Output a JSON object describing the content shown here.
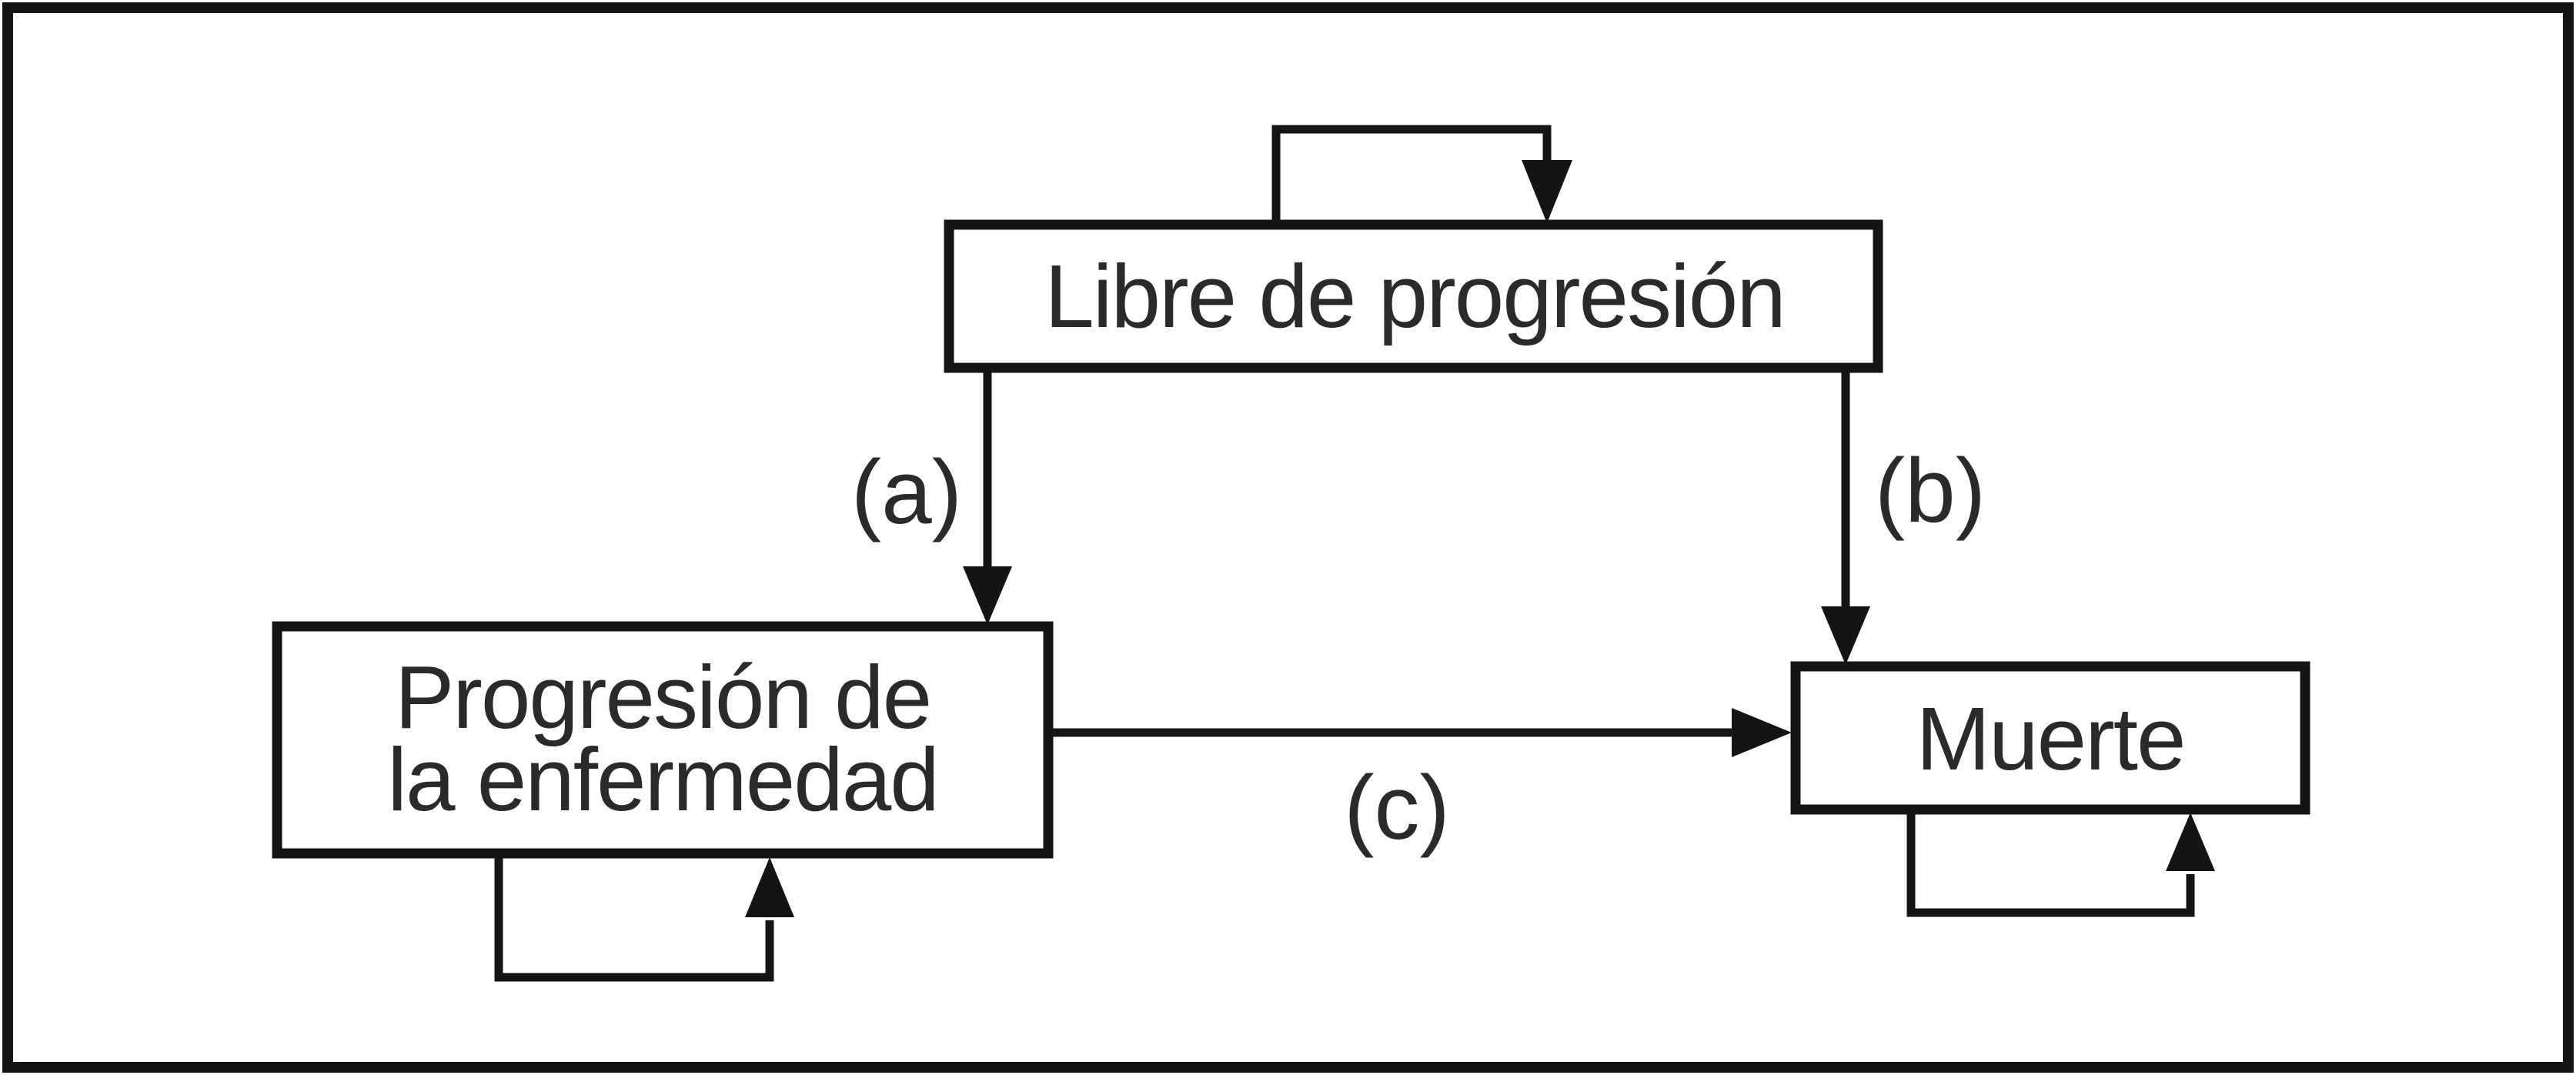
{
  "colors": {
    "background": "#ffffff",
    "ink": "#141414",
    "text": "#2a2a2a"
  },
  "states": [
    {
      "id": "libre",
      "label_lines": [
        "Libre de progresión"
      ],
      "self_loop": true
    },
    {
      "id": "progresion",
      "label_lines": [
        "Progresión de",
        "la enfermedad"
      ],
      "self_loop": true
    },
    {
      "id": "muerte",
      "label_lines": [
        "Muerte"
      ],
      "self_loop": true
    }
  ],
  "transitions": [
    {
      "id": "a",
      "label": "(a)",
      "from": "libre",
      "to": "progresion"
    },
    {
      "id": "b",
      "label": "(b)",
      "from": "libre",
      "to": "muerte"
    },
    {
      "id": "c",
      "label": "(c)",
      "from": "progresion",
      "to": "muerte"
    }
  ]
}
